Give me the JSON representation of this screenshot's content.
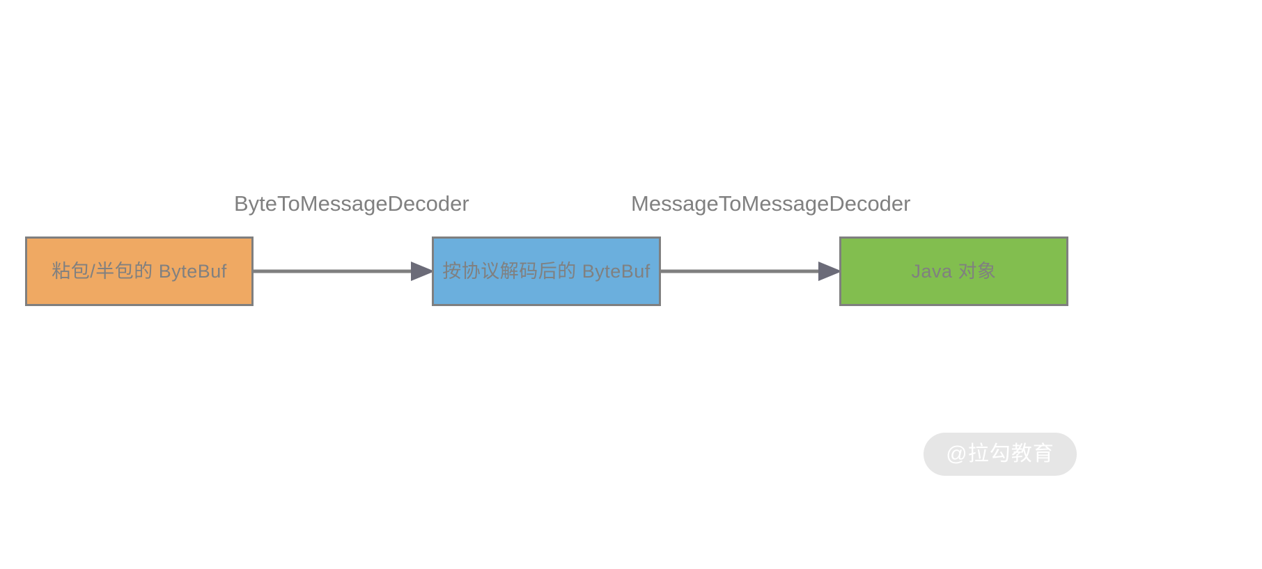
{
  "diagram": {
    "type": "flow",
    "background": "#ffffff",
    "nodes": [
      {
        "id": "bytebuf-raw",
        "label": "粘包/半包的 ByteBuf",
        "fill": "#efa963",
        "border": "#7f7f7f",
        "text_color": "#808080"
      },
      {
        "id": "bytebuf-decoded",
        "label": "按协议解码后的 ByteBuf",
        "fill": "#6bafdd",
        "border": "#7f7f7f",
        "text_color": "#808080"
      },
      {
        "id": "java-object",
        "label": "Java 对象",
        "fill": "#82be4f",
        "border": "#7f7f7f",
        "text_color": "#808080"
      }
    ],
    "edges": [
      {
        "id": "edge-1",
        "label": "ByteToMessageDecoder",
        "from": "bytebuf-raw",
        "to": "bytebuf-decoded",
        "color": "#7f7f7f",
        "arrowhead": "solid-triangle"
      },
      {
        "id": "edge-2",
        "label": "MessageToMessageDecoder",
        "from": "bytebuf-decoded",
        "to": "java-object",
        "color": "#7f7f7f",
        "arrowhead": "solid-triangle"
      }
    ],
    "watermark": {
      "text": "@拉勾教育",
      "pill_color": "#e6e6e6",
      "text_color": "#ffffff"
    }
  }
}
